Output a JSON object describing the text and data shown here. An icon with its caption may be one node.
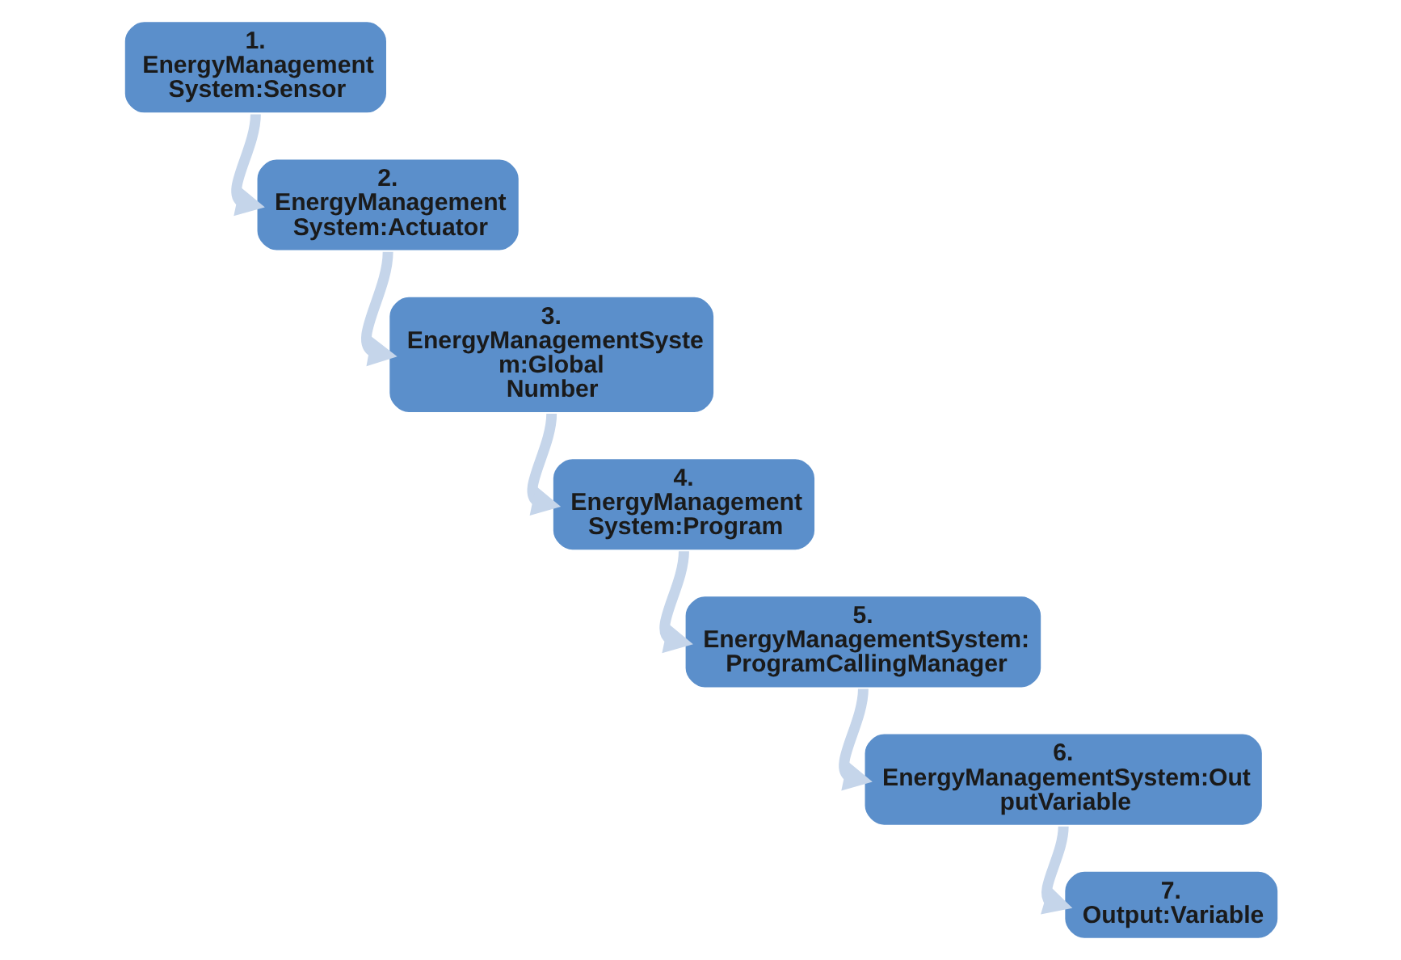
{
  "diagram": {
    "nodes": [
      {
        "text": [
          "1. EnergyManagement System:Sensor"
        ]
      },
      {
        "text": [
          "2. EnergyManagement System:Actuator"
        ]
      },
      {
        "text": [
          "3. EnergyManagementSyste m:Global Number"
        ]
      },
      {
        "text": [
          "4. EnergyManagement System:Program"
        ]
      },
      {
        "text": [
          "5. EnergyManagementSystem: ProgramCallingManager"
        ]
      },
      {
        "text": [
          "6. EnergyManagementSystem:Out putVariable"
        ]
      },
      {
        "text": [
          "7. Output:Variable"
        ]
      }
    ],
    "edges": [
      {
        "from": 0,
        "to": 1,
        "arrow": "to"
      },
      {
        "from": 1,
        "to": 2,
        "arrow": "to"
      },
      {
        "from": 2,
        "to": 3,
        "arrow": "to"
      },
      {
        "from": 3,
        "to": 4,
        "arrow": "to"
      },
      {
        "from": 4,
        "to": 5,
        "arrow": "to"
      },
      {
        "from": 5,
        "to": 6,
        "arrow": "to"
      }
    ]
  }
}
